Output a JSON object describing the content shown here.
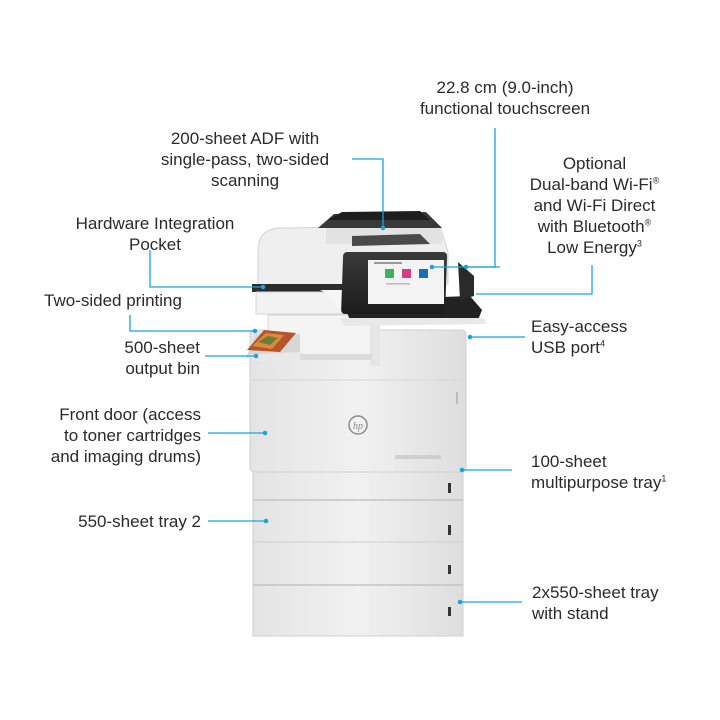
{
  "callouts": {
    "touchscreen": {
      "lines": [
        "22.8 cm (9.0-inch)",
        "functional touchscreen"
      ]
    },
    "adf": {
      "lines": [
        "200-sheet ADF with",
        "single-pass,  two-sided",
        "scanning"
      ]
    },
    "wifi": {
      "line1": "Optional",
      "line2_text": "Dual-band Wi-Fi",
      "line2_sup": "®",
      "line3_text": "and Wi-Fi Direct",
      "line4_text": "with Bluetooth",
      "line4_sup": "®",
      "line5_text": "Low Energy",
      "line5_sup": "3"
    },
    "hip": {
      "lines": [
        "Hardware Integration",
        "Pocket"
      ]
    },
    "duplex": {
      "lines": [
        "Two-sided printing"
      ]
    },
    "output_bin": {
      "lines": [
        "500-sheet",
        "output bin"
      ]
    },
    "usb": {
      "line1": "Easy-access",
      "line2_text": "USB port",
      "line2_sup": "4"
    },
    "front_door": {
      "lines": [
        "Front door (access",
        "to toner cartridges",
        "and imaging drums)"
      ]
    },
    "mp_tray": {
      "line1": "100-sheet",
      "line2_text": "multipurpose tray",
      "line2_sup": "1"
    },
    "tray2": {
      "lines": [
        "550-sheet tray 2"
      ]
    },
    "stand": {
      "lines": [
        "2x550-sheet tray",
        "with stand"
      ]
    }
  },
  "printer": {
    "logo": "hp"
  },
  "colors": {
    "leader": "#1aa3dc",
    "body": "#ebebeb",
    "dark": "#2b2b2b",
    "text": "#2a2a2a"
  }
}
